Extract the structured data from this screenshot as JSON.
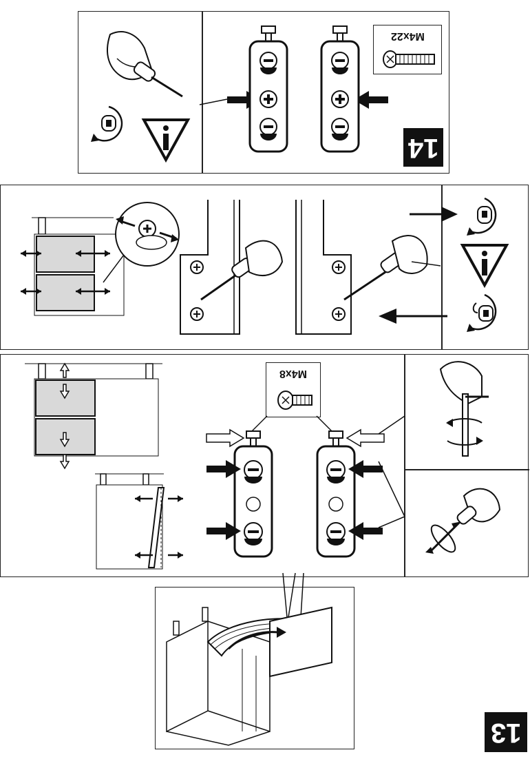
{
  "steps": {
    "step14": "14",
    "step13": "13"
  },
  "screws": {
    "top": "M4x22",
    "middle": "M4x8"
  },
  "colors": {
    "ink": "#111111",
    "fill_gray": "#d9d9d9",
    "line": "#222222"
  },
  "icons": [
    "screwdriver-icon",
    "rotate-lock-icon",
    "warning-info-icon",
    "hex-key-icon",
    "arrow-icon"
  ]
}
